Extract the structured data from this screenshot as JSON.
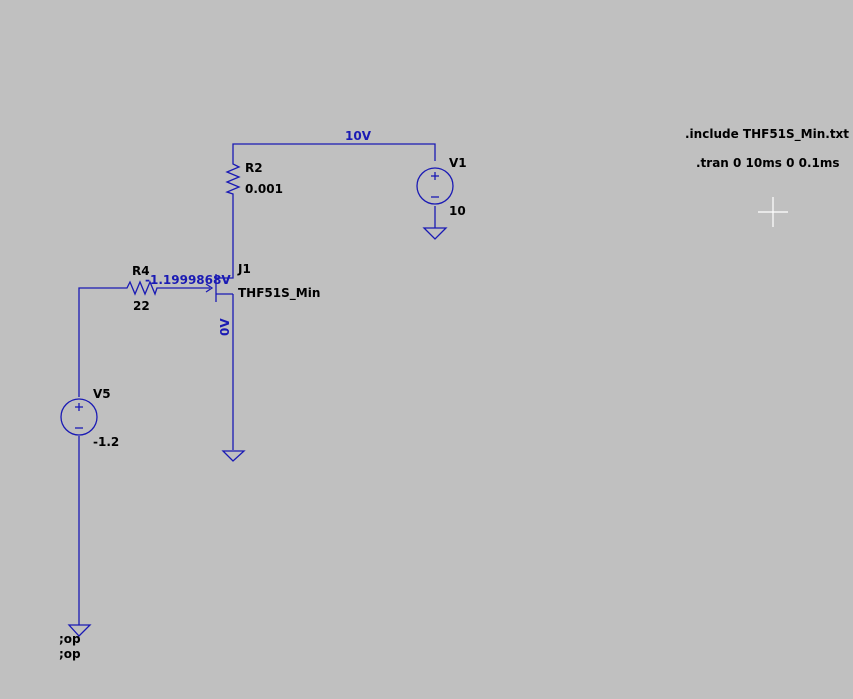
{
  "colors": {
    "background": "#c0c0c0",
    "wire": "#1a1ab4",
    "label": "#000000",
    "node_voltage": "#1a1ab4",
    "cursor": "#ffffff"
  },
  "components": {
    "r2": {
      "name": "R2",
      "value": "0.001"
    },
    "r4": {
      "name": "R4",
      "value": "22"
    },
    "v1": {
      "name": "V1",
      "value": "10"
    },
    "v5": {
      "name": "V5",
      "value": "-1.2"
    },
    "j1": {
      "name": "J1",
      "model": "THF51S_Min"
    }
  },
  "node_voltages": {
    "top": "10V",
    "gate": "-1.1999868V",
    "source": "0V"
  },
  "directives": {
    "include": ".include THF51S_Min.txt",
    "tran": ".tran 0 10ms 0 0.1ms",
    "op1": ";op",
    "op2": ";op"
  },
  "icons": {
    "cursor": "crosshair-cursor-icon",
    "ground": "ground-icon",
    "voltage_source": "voltage-source-icon",
    "resistor": "resistor-icon",
    "jfet": "n-channel-jfet-icon"
  }
}
